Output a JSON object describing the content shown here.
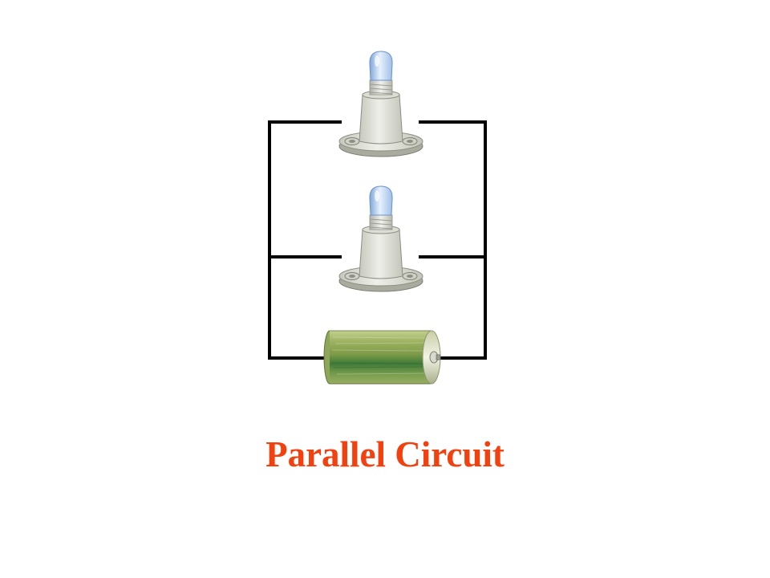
{
  "caption": "Parallel Circuit",
  "colors": {
    "caption": "#f2400f",
    "wire": "#000000",
    "bulb_glass": "#bcd8f3",
    "socket": "#e2e2da",
    "battery_body": "#7ea04a",
    "battery_band": "#3f7a38"
  },
  "components": [
    {
      "type": "bulb",
      "icon": "light-bulb-icon"
    },
    {
      "type": "bulb",
      "icon": "light-bulb-icon"
    },
    {
      "type": "battery",
      "icon": "battery-icon"
    }
  ]
}
